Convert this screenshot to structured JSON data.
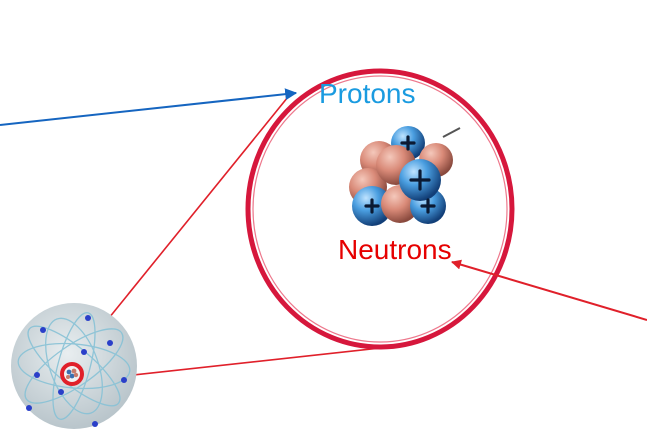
{
  "labels": {
    "protons": "Protons",
    "neutrons": "Neutrons"
  },
  "colors": {
    "protons_label": "#1a9be0",
    "neutrons_label": "#e60000",
    "magnifier_circle": "#d6173c",
    "zoom_lines": "#e0202a",
    "blue_arrow": "#1565c0",
    "red_arrow": "#e0202a",
    "proton_sphere": "#3a8fcf",
    "neutron_sphere": "#d98a78",
    "electron": "#2a3fc9",
    "atom_background": "#c9d3d8",
    "orbit": "#88c2d6"
  },
  "icons": {
    "atom": "atom-icon",
    "nucleus": "nucleus-icon",
    "proton_sign": "plus-sign"
  }
}
